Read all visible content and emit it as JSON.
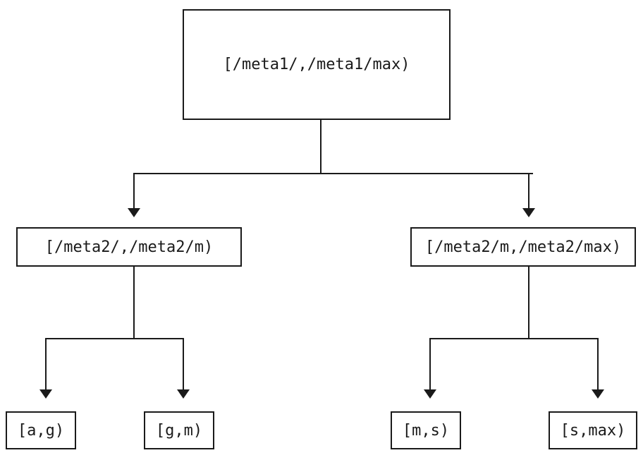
{
  "nodes": {
    "root": {
      "label": "[/meta1/,/meta1/max)"
    },
    "mid_left": {
      "label": "[/meta2/,/meta2/m)"
    },
    "mid_right": {
      "label": "[/meta2/m,/meta2/max)"
    },
    "leaf_ag": {
      "label": "[a,g)"
    },
    "leaf_gm": {
      "label": "[g,m)"
    },
    "leaf_ms": {
      "label": "[m,s)"
    },
    "leaf_smax": {
      "label": "[s,max)"
    }
  },
  "colors": {
    "background": "#ffffff",
    "line": "#1a1a1a",
    "text": "#1a1a1a"
  }
}
